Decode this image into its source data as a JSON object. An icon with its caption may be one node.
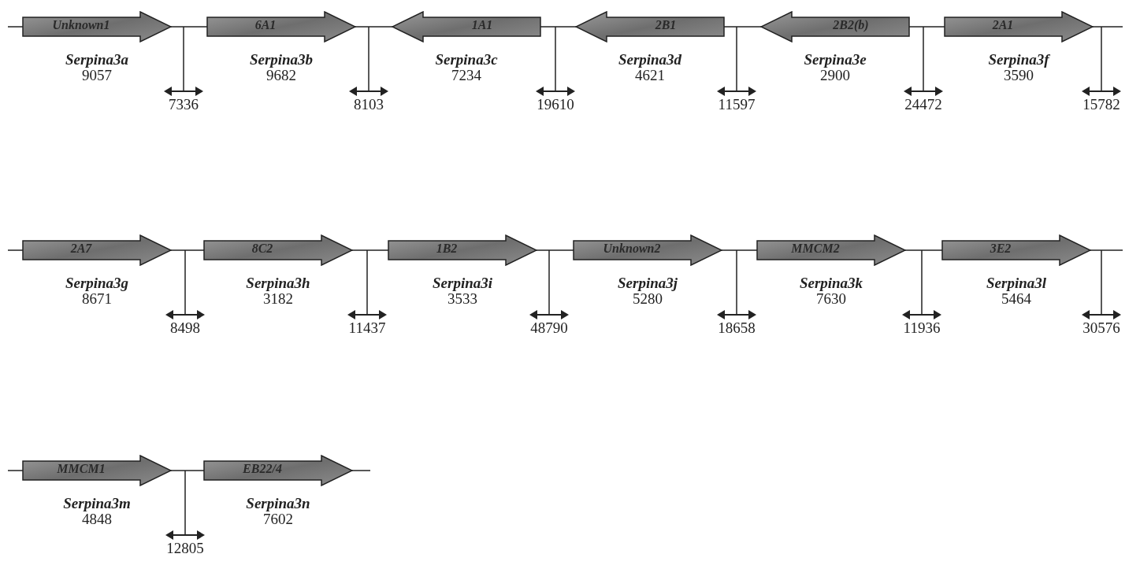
{
  "diagram": {
    "nodes": [
      {
        "text": [
          "Unknown1"
        ],
        "beside": [
          "Serpina3a",
          "9057"
        ]
      },
      {
        "text": [
          "6A1"
        ],
        "beside": [
          "Serpina3b",
          "9682"
        ]
      },
      {
        "text": [
          "1A1"
        ],
        "beside": [
          "Serpina3c",
          "7234"
        ]
      },
      {
        "text": [
          "2B1"
        ],
        "beside": [
          "Serpina3d",
          "4621"
        ]
      },
      {
        "text": [
          "2B2(b)"
        ],
        "beside": [
          "Serpina3e",
          "2900"
        ]
      },
      {
        "text": [
          "2A1"
        ],
        "beside": [
          "Serpina3f",
          "3590"
        ]
      },
      {
        "text": [
          "2A7"
        ],
        "beside": [
          "Serpina3g",
          "8671"
        ]
      },
      {
        "text": [
          "8C2"
        ],
        "beside": [
          "Serpina3h",
          "3182"
        ]
      },
      {
        "text": [
          "1B2"
        ],
        "beside": [
          "Serpina3i",
          "3533"
        ]
      },
      {
        "text": [
          "Unknown2"
        ],
        "beside": [
          "Serpina3j",
          "5280"
        ]
      },
      {
        "text": [
          "MMCM2"
        ],
        "beside": [
          "Serpina3k",
          "7630"
        ]
      },
      {
        "text": [
          "3E2"
        ],
        "beside": [
          "Serpina3l",
          "5464"
        ]
      },
      {
        "text": [
          "MMCM1"
        ],
        "beside": [
          "Serpina3m",
          "4848"
        ]
      },
      {
        "text": [
          "EB22/4"
        ],
        "beside": [
          "Serpina3n",
          "7602"
        ]
      }
    ],
    "edges": [],
    "labels": [
      "7336",
      "8103",
      "19610",
      "11597",
      "24472",
      "15782",
      "8498",
      "11437",
      "48790",
      "18658",
      "11936",
      "30576",
      "12805"
    ]
  }
}
